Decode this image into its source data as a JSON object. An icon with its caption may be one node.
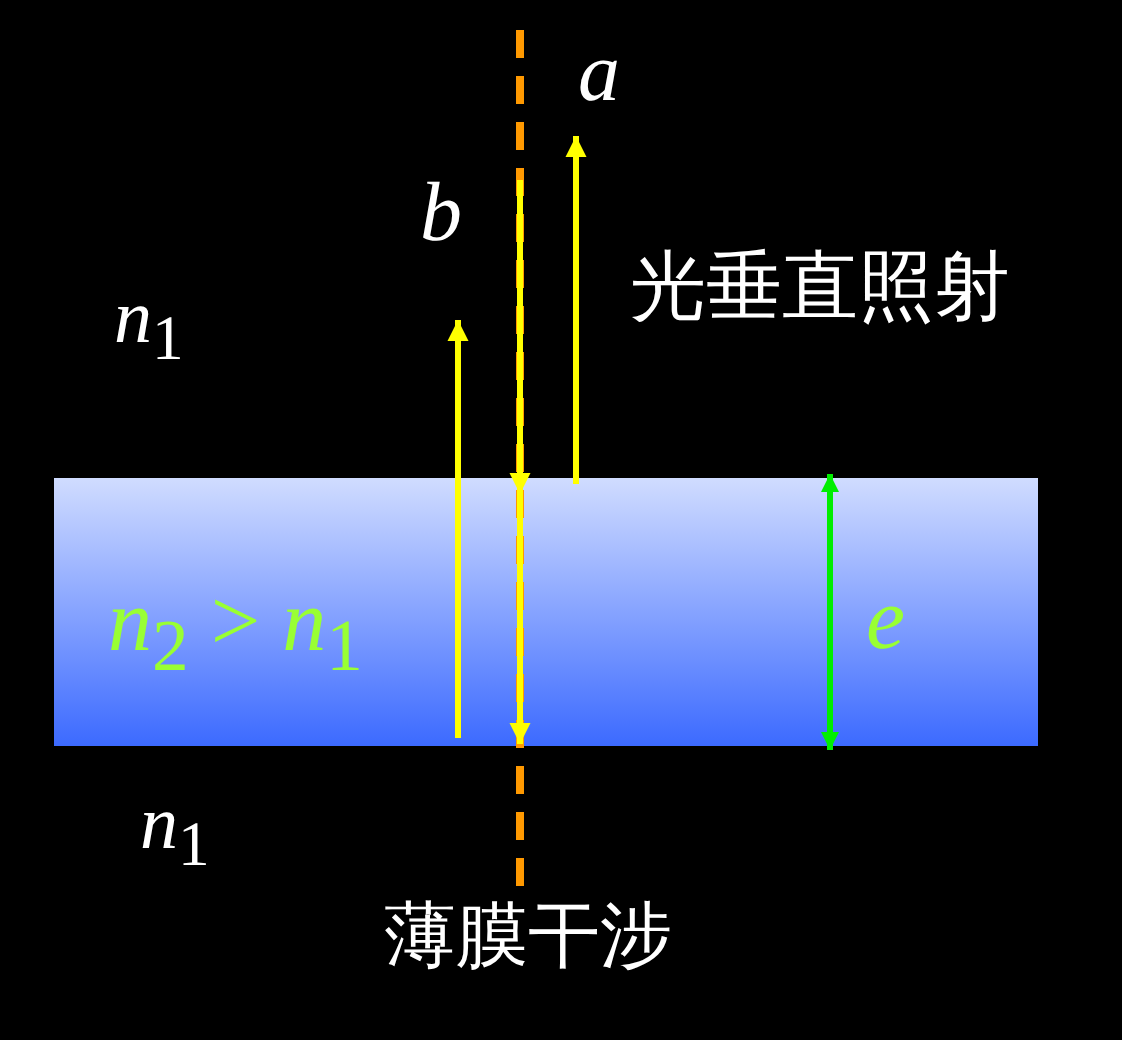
{
  "diagram": {
    "caption": "薄膜干涉",
    "nodes": [
      {
        "text": [
          "*n*$_{2}$ > *n*$_{1}$"
        ]
      }
    ],
    "labels": [
      "*a*",
      "*b*",
      "光垂直照射",
      "*n*$_{1}$",
      "*e*",
      "*n*$_{1}$"
    ]
  }
}
